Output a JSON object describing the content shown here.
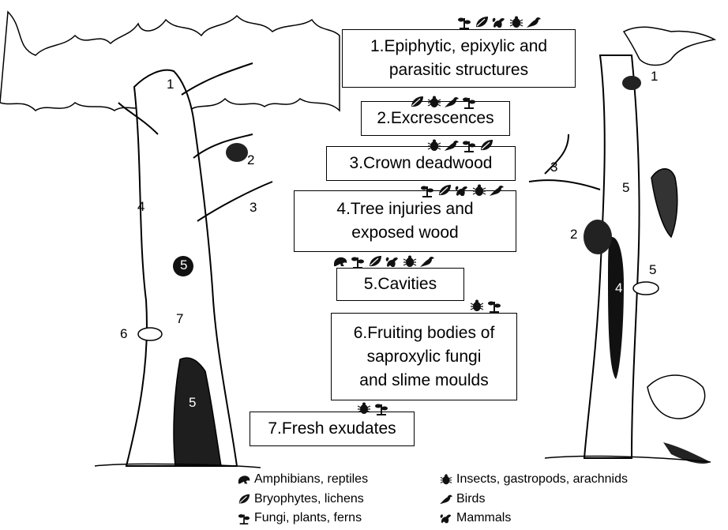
{
  "boxes": [
    {
      "id": "epiphytic",
      "text": "1.Epiphytic, epixylic and\nparasitic structures",
      "icons": [
        "fungi-plants-icon",
        "bryophyte-icon",
        "mammal-icon",
        "insect-icon",
        "bird-icon"
      ]
    },
    {
      "id": "excrescences",
      "text": "2.Excrescences",
      "icons": [
        "bryophyte-icon",
        "insect-icon",
        "bird-icon",
        "fungi-plants-icon"
      ]
    },
    {
      "id": "crown-deadwood",
      "text": "3.Crown deadwood",
      "icons": [
        "insect-icon",
        "bird-icon",
        "fungi-plants-icon",
        "bryophyte-icon"
      ]
    },
    {
      "id": "tree-injuries",
      "text": "4.Tree injuries and\nexposed wood",
      "icons": [
        "fungi-plants-icon",
        "bryophyte-icon",
        "mammal-icon",
        "insect-icon",
        "bird-icon"
      ]
    },
    {
      "id": "cavities",
      "text": "5.Cavities",
      "icons": [
        "amphibian-icon",
        "fungi-plants-icon",
        "bryophyte-icon",
        "mammal-icon",
        "insect-icon",
        "bird-icon"
      ]
    },
    {
      "id": "fruiting-bodies",
      "text": "6.Fruiting bodies of\nsaproxylic fungi\nand slime moulds",
      "icons": [
        "insect-icon",
        "fungi-plants-icon"
      ]
    },
    {
      "id": "fresh-exudates",
      "text": "7.Fresh exudates",
      "icons": [
        "insect-icon",
        "fungi-plants-icon"
      ]
    }
  ],
  "tree_labels_left": [
    "1",
    "2",
    "3",
    "4",
    "5",
    "5",
    "6",
    "7"
  ],
  "tree_labels_right": [
    "1",
    "2",
    "3",
    "4",
    "5",
    "5"
  ],
  "legend": [
    {
      "icon": "amphibian-icon",
      "label": "Amphibians, reptiles"
    },
    {
      "icon": "bryophyte-icon",
      "label": "Bryophytes, lichens"
    },
    {
      "icon": "fungi-plants-icon",
      "label": "Fungi, plants, ferns"
    },
    {
      "icon": "insect-icon",
      "label": "Insects, gastropods, arachnids"
    },
    {
      "icon": "bird-icon",
      "label": "Birds"
    },
    {
      "icon": "mammal-icon",
      "label": "Mammals"
    }
  ]
}
